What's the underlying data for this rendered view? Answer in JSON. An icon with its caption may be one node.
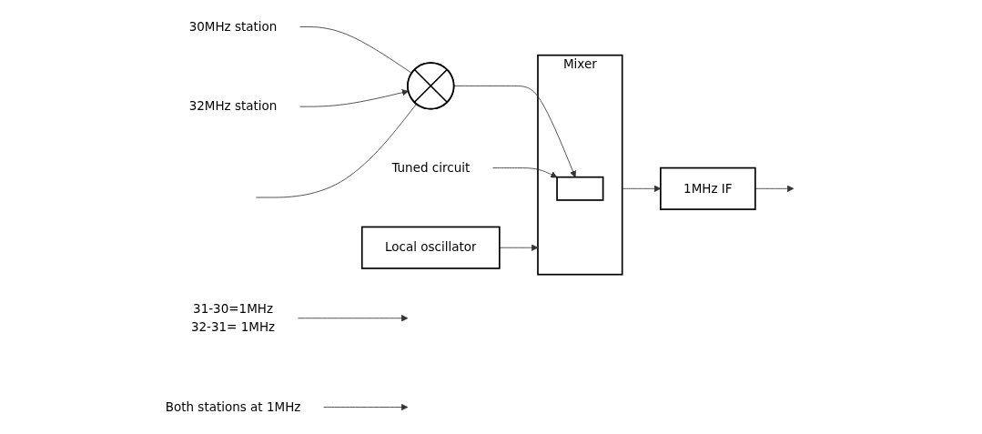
{
  "diagram": {
    "nodes": [
      {
        "text": [
          "30MHz station"
        ]
      },
      {
        "text": [
          "Tuned circuit"
        ]
      },
      {
        "text": [
          "31-30=1MHz",
          "32-31= 1MHz"
        ]
      },
      {
        "text": [],
        "shape": "cross"
      },
      {
        "text": [
          "Mixer"
        ]
      },
      {
        "text": [],
        "shape": "box",
        "in": 4
      },
      {
        "text": [
          "1MHz IF"
        ]
      },
      {
        "text": [
          "32MHz station"
        ]
      },
      {
        "text": [
          "Local oscillator"
        ]
      },
      {
        "text": [
          "Both stations at 1MHz"
        ]
      }
    ],
    "edges": [
      {
        "from": 0,
        "to": 3,
        "arrow": "none"
      },
      {
        "from": 7,
        "to": 3,
        "arrow": "to"
      },
      {
        "from": null,
        "to": 3,
        "arrow": "none"
      },
      {
        "from": 3,
        "to": 5,
        "arrow": "to"
      },
      {
        "from": 1,
        "to": 5,
        "arrow": "to"
      },
      {
        "from": 4,
        "to": 6,
        "arrow": "to"
      },
      {
        "from": 2,
        "to": null,
        "arrow": "to"
      },
      {
        "from": 8,
        "to": 4,
        "arrow": "to"
      },
      {
        "from": 6,
        "to": null,
        "arrow": "to"
      },
      {
        "from": 9,
        "to": null,
        "arrow": "to"
      }
    ]
  }
}
